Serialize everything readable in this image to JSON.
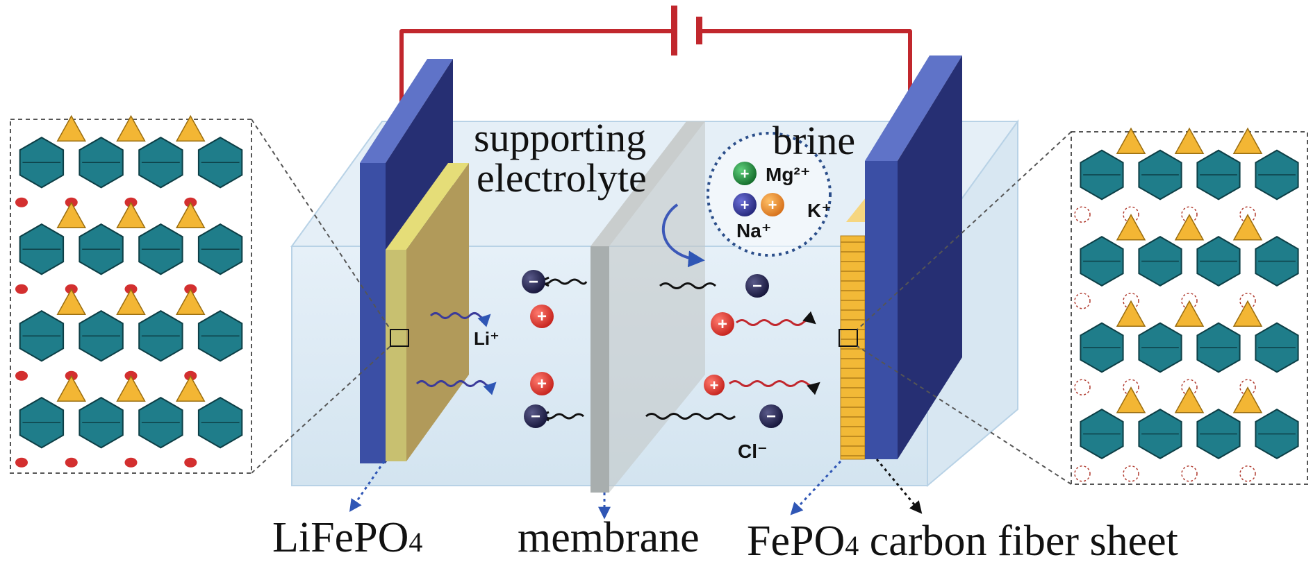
{
  "labels": {
    "supporting_line1": "supporting",
    "supporting_line2": "electrolyte",
    "brine": "brine",
    "lifepo4_main": "LiFePO",
    "lifepo4_sub": "4",
    "membrane": "membrane",
    "fepo4_main": "FePO",
    "fepo4_sub": "4",
    "fepo4_rest": " carbon fiber sheet"
  },
  "ions": {
    "li": "Li⁺",
    "cl": "Cl⁻",
    "mg": "Mg²⁺",
    "k": "K⁺",
    "na": "Na⁺",
    "plus": "+",
    "minus": "−"
  },
  "colors": {
    "wire": "#c1272d",
    "electrode_blue": "#3b4fa5",
    "electrode_dark": "#262f73",
    "lifepo4_layer": "#b19a5a",
    "fepo4_layer": "#f2b937",
    "membrane": "#a8aeae",
    "tank": "#dbeaf4",
    "cation": "#d6302b",
    "anion": "#20204a",
    "mg_ion": "#1f8a3a",
    "na_ion": "#2c2f88",
    "k_ion": "#ea8a22",
    "octahedron": "#1f7d8a",
    "tetrahedron": "#f3b634",
    "li_site": "#d32f2f"
  }
}
